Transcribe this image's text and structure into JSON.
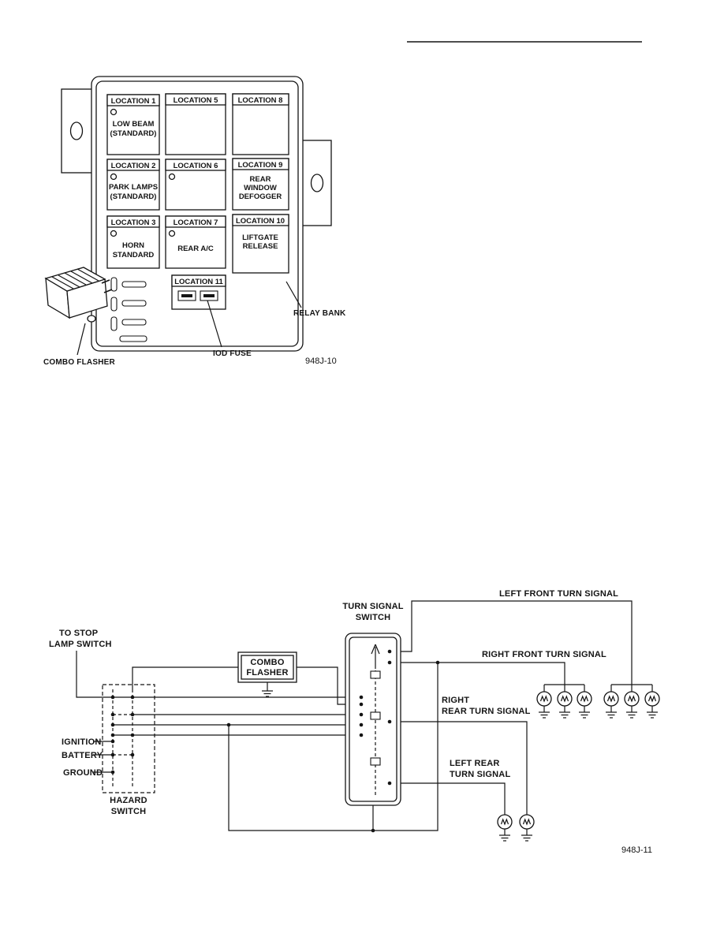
{
  "figure1": {
    "code": "948J-10",
    "callouts": {
      "combo_flasher": "COMBO FLASHER",
      "iod_fuse": "IOD FUSE",
      "relay_bank": "RELAY BANK"
    },
    "locations": {
      "loc1": {
        "label": "LOCATION 1",
        "line1": "LOW BEAM",
        "line2": "(STANDARD)"
      },
      "loc2": {
        "label": "LOCATION 2",
        "line1": "PARK LAMPS",
        "line2": "(STANDARD)"
      },
      "loc3": {
        "label": "LOCATION 3",
        "line1": "HORN",
        "line2": "STANDARD"
      },
      "loc5": {
        "label": "LOCATION 5"
      },
      "loc6": {
        "label": "LOCATION 6"
      },
      "loc7": {
        "label": "LOCATION 7",
        "line1": "REAR A/C"
      },
      "loc8": {
        "label": "LOCATION 8"
      },
      "loc9": {
        "label": "LOCATION 9",
        "line1": "REAR",
        "line2": "WINDOW",
        "line3": "DEFOGGER"
      },
      "loc10": {
        "label": "LOCATION 10",
        "line1": "LIFTGATE",
        "line2": "RELEASE"
      },
      "loc11": {
        "label": "LOCATION 11"
      }
    }
  },
  "figure2": {
    "code": "948J-11",
    "labels": {
      "turn_signal_switch_1": "TURN SIGNAL",
      "turn_signal_switch_2": "SWITCH",
      "left_front_turn_signal": "LEFT FRONT TURN SIGNAL",
      "right_front_turn_signal": "RIGHT FRONT TURN SIGNAL",
      "right_rear_1": "RIGHT",
      "right_rear_2": "REAR TURN SIGNAL",
      "left_rear_1": "LEFT REAR",
      "left_rear_2": "TURN SIGNAL",
      "to_stop_1": "TO STOP",
      "to_stop_2": "LAMP SWITCH",
      "combo_flasher_1": "COMBO",
      "combo_flasher_2": "FLASHER",
      "ignition": "IGNITION",
      "battery": "BATTERY",
      "ground": "GROUND",
      "hazard_1": "HAZARD",
      "hazard_2": "SWITCH"
    }
  }
}
